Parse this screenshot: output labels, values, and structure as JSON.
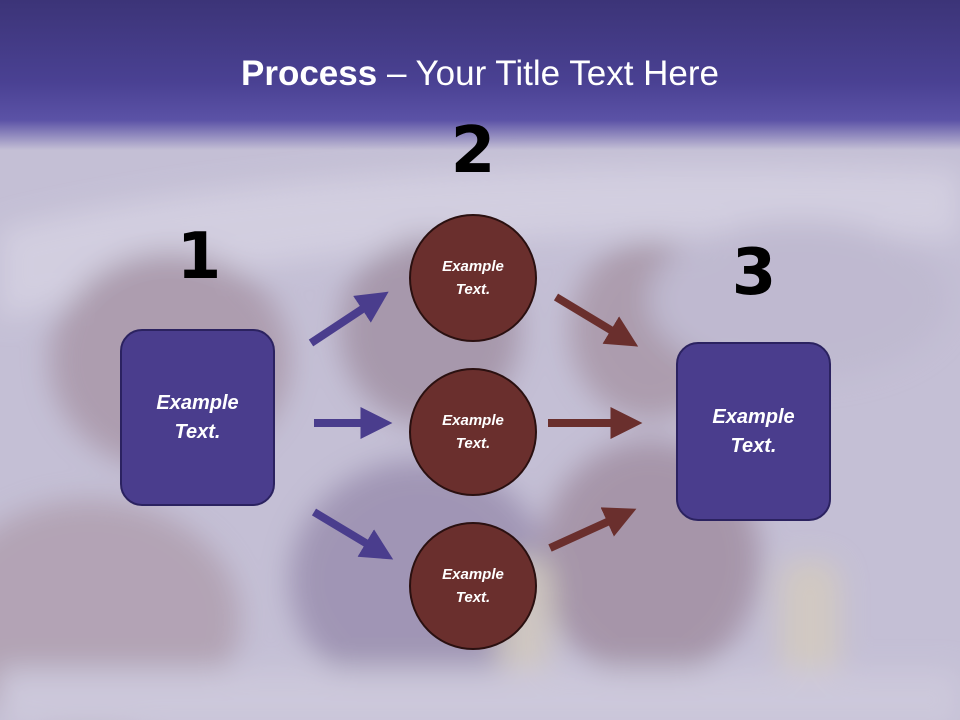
{
  "slide": {
    "title_bold": "Process",
    "title_rest": " – Your Title Text Here"
  },
  "steps": {
    "step1": {
      "number": "1",
      "text": "Example\nText."
    },
    "step2": {
      "number": "2"
    },
    "step3": {
      "number": "3",
      "text": "Example\nText."
    }
  },
  "circles": [
    {
      "text": "Example\nText."
    },
    {
      "text": "Example\nText."
    },
    {
      "text": "Example\nText."
    }
  ],
  "colors": {
    "header": "#4a4193",
    "box_fill": "#4a3d8d",
    "circle_fill": "#6a2f2d",
    "arrow_left": "#4a3d8d",
    "arrow_right": "#6a2f2d"
  }
}
